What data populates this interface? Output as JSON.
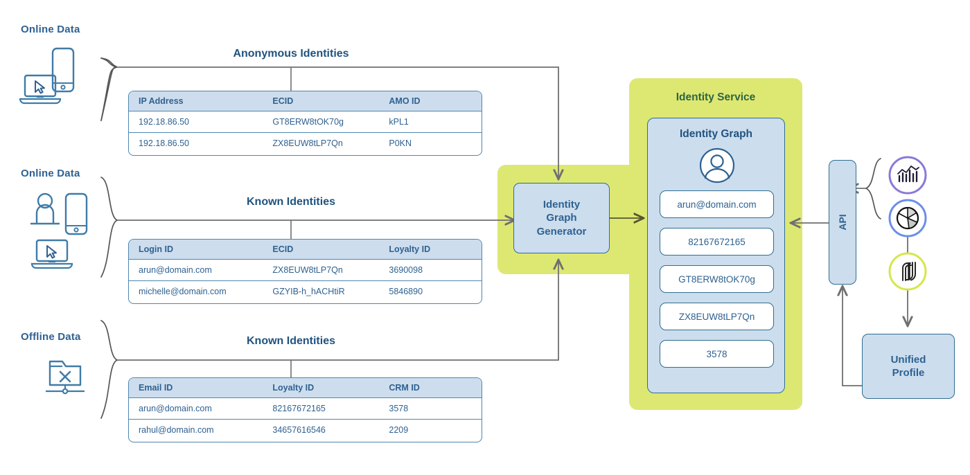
{
  "sources": [
    {
      "id": "online-1",
      "label": "Online Data",
      "icons": [
        "phone-icon",
        "laptop-cursor-icon"
      ]
    },
    {
      "id": "online-2",
      "label": "Online Data",
      "icons": [
        "person-icon",
        "phone-icon",
        "laptop-cursor-icon"
      ]
    },
    {
      "id": "offline-1",
      "label": "Offline Data",
      "icons": [
        "folder-x-network-icon"
      ]
    }
  ],
  "sections": [
    {
      "title": "Anonymous Identities",
      "columns": [
        "IP Address",
        "ECID",
        "AMO ID"
      ],
      "rows": [
        [
          "192.18.86.50",
          "GT8ERW8tOK70g",
          "kPL1"
        ],
        [
          "192.18.86.50",
          "ZX8EUW8tLP7Qn",
          "P0KN"
        ]
      ]
    },
    {
      "title": "Known Identities",
      "columns": [
        "Login ID",
        "ECID",
        "Loyalty ID"
      ],
      "rows": [
        [
          "arun@domain.com",
          "ZX8EUW8tLP7Qn",
          "3690098"
        ],
        [
          "michelle@domain.com",
          "GZYIB-h_hACHtiR",
          "5846890"
        ]
      ]
    },
    {
      "title": "Known Identities",
      "columns": [
        "Email ID",
        "Loyalty ID",
        "CRM ID"
      ],
      "rows": [
        [
          "arun@domain.com",
          "82167672165",
          "3578"
        ],
        [
          "rahul@domain.com",
          "34657616546",
          "2209"
        ]
      ]
    }
  ],
  "generator": {
    "label": "Identity\nGraph\nGenerator",
    "line1": "Identity",
    "line2": "Graph",
    "line3": "Generator"
  },
  "identity_service": {
    "title": "Identity Service",
    "graph_title": "Identity Graph",
    "avatar_icon": "person-avatar-icon",
    "chips": [
      "arun@domain.com",
      "82167672165",
      "GT8ERW8tOK70g",
      "ZX8EUW8tLP7Qn",
      "3578"
    ]
  },
  "api": {
    "label": "API"
  },
  "unified_profile": {
    "line1": "Unified",
    "line2": "Profile"
  },
  "app_icons": [
    {
      "name": "analytics-chart-icon",
      "ring": "#8b79d8"
    },
    {
      "name": "pie-chart-icon",
      "ring": "#6c8ee8"
    },
    {
      "name": "adobe-swirl-icon",
      "ring": "#d6e64e"
    }
  ],
  "colors": {
    "green": "#dde873",
    "blue_fill": "#ccdded",
    "blue_stroke": "#2f6d90",
    "text_blue": "#2e6191",
    "header_fill": "#cddded",
    "connector": "#6f6f6f"
  }
}
